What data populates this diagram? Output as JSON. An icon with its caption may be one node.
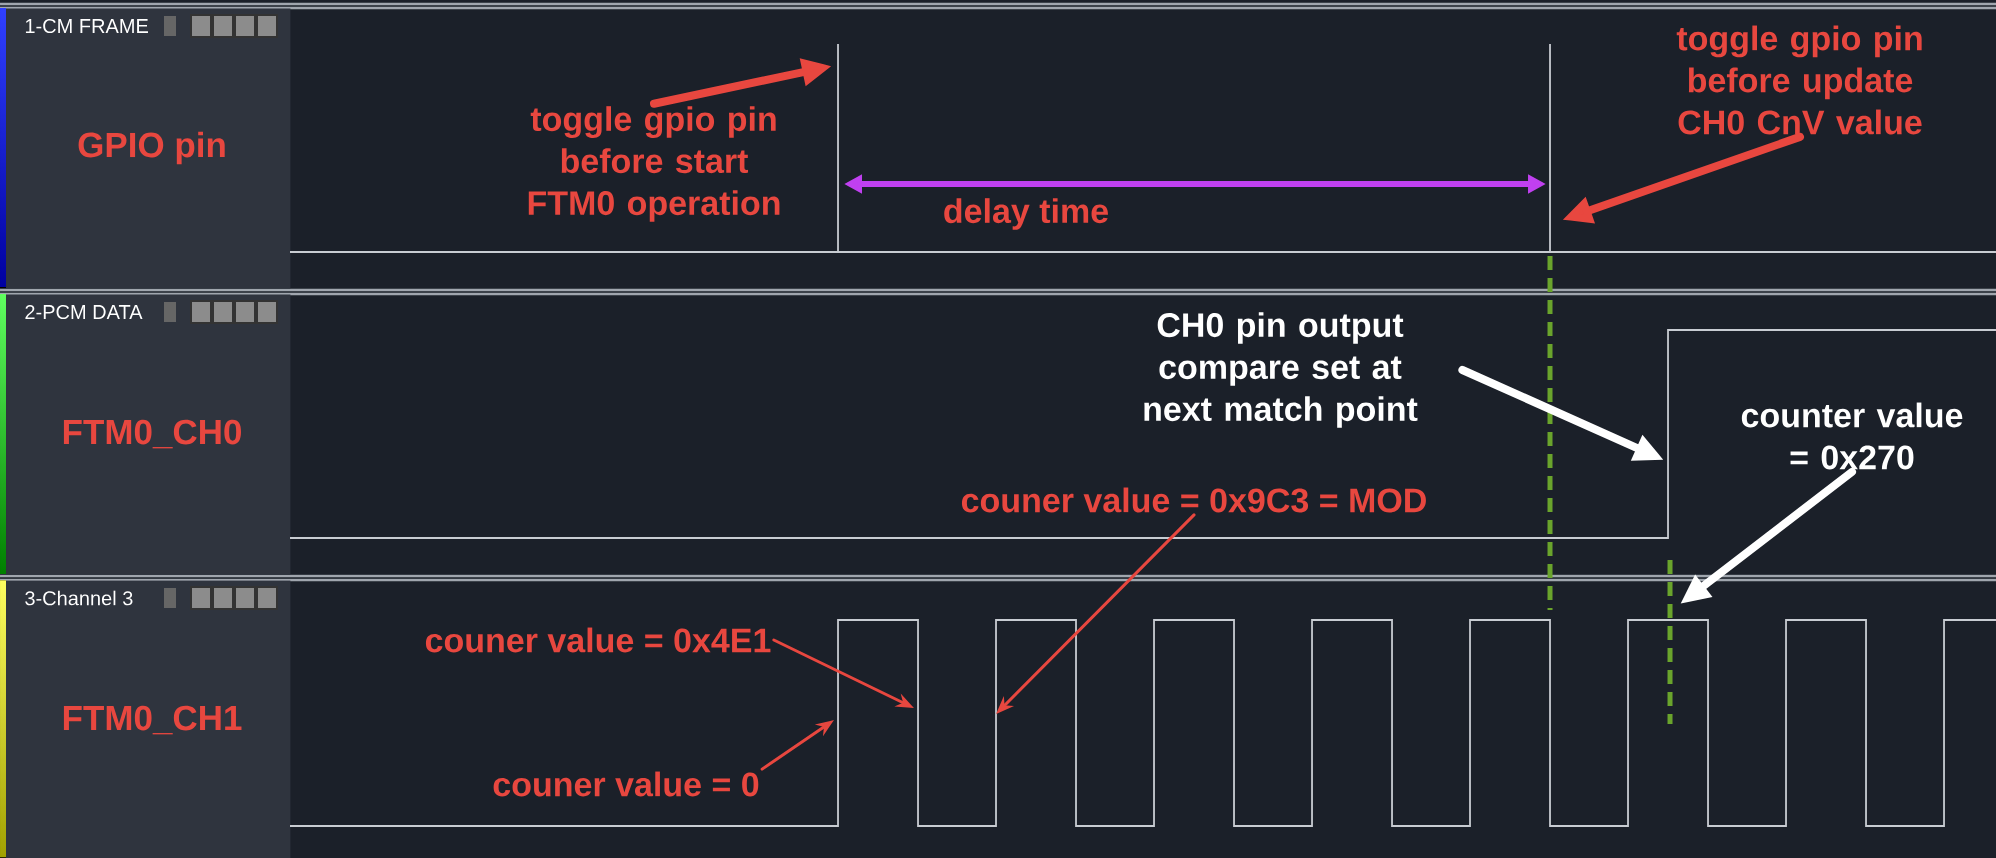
{
  "diagram": {
    "nodes": [
      {
        "text": [
          "1-CM FRAME",
          "GPIO pin"
        ]
      },
      {
        "text": [
          "2-PCM DATA",
          "FTM0_CH0"
        ]
      },
      {
        "text": [
          "3-Channel 3",
          "FTM0_CH1"
        ]
      },
      {
        "text": [
          "toggle gpio pin before start FTM0 operation"
        ]
      },
      {
        "text": [
          "toggle gpio pin before update CH0 CnV value"
        ]
      },
      {
        "text": [
          "CH0 pin output compare set at next match point"
        ]
      },
      {
        "text": [
          "counter value = 0x270"
        ]
      },
      {
        "text": [
          "couner value = 0x9C3 = MOD"
        ]
      },
      {
        "text": [
          "couner value = 0x4E1"
        ]
      },
      {
        "text": [
          "couner value = 0"
        ]
      }
    ],
    "edges": [
      {
        "from": 3,
        "to": null,
        "arrow": "to"
      },
      {
        "from": 4,
        "to": null,
        "arrow": "to"
      },
      {
        "from": 5,
        "to": null,
        "arrow": "to",
        "color": "#ffffff"
      },
      {
        "from": 6,
        "to": null,
        "arrow": "to",
        "color": "#ffffff"
      },
      {
        "from": 7,
        "to": null,
        "arrow": "to"
      },
      {
        "from": 8,
        "to": null,
        "arrow": "to"
      },
      {
        "from": 9,
        "to": null,
        "arrow": "to"
      }
    ],
    "labels": [
      "delay time"
    ]
  }
}
